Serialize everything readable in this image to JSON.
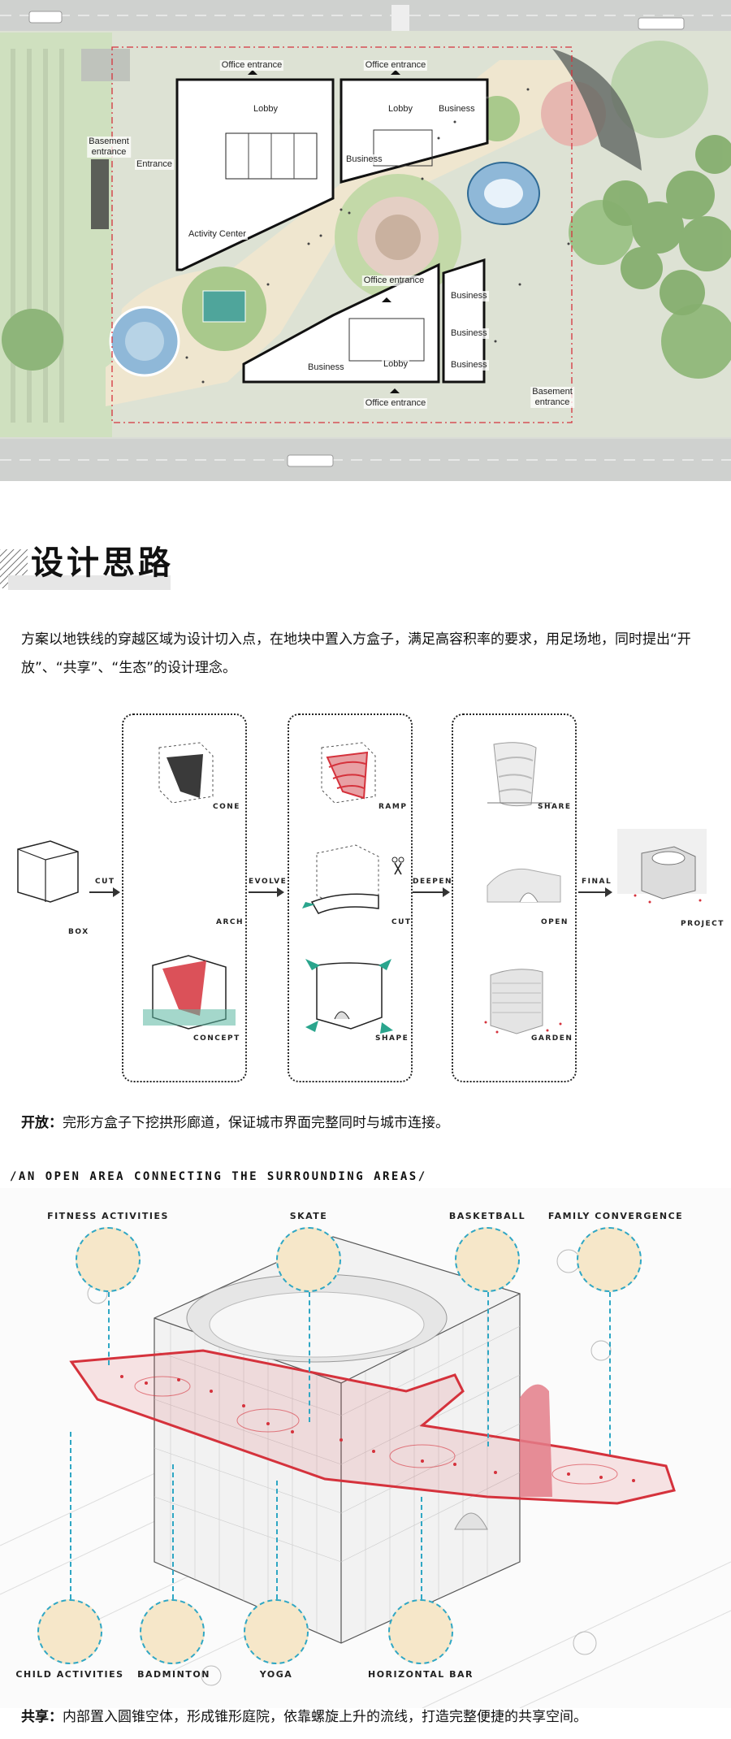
{
  "site_plan": {
    "labels": {
      "office_entrance_1": "Office entrance",
      "office_entrance_2": "Office entrance",
      "office_entrance_3": "Office entrance",
      "office_entrance_4": "Office entrance",
      "lobby_1": "Lobby",
      "lobby_2": "Lobby",
      "lobby_3": "Lobby",
      "business_1": "Business",
      "business_2": "Business",
      "business_3": "Business",
      "business_4": "Business",
      "business_5": "Business",
      "business_6": "Business",
      "activity_center": "Activity Center",
      "entrance": "Entrance",
      "basement_entrance_1_line1": "Basement",
      "basement_entrance_1_line2": "entrance",
      "basement_entrance_2_line1": "Basement",
      "basement_entrance_2_line2": "entrance"
    }
  },
  "heading": "设计思路",
  "intro_paragraph": "方案以地铁线的穿越区域为设计切入点，在地块中置入方盒子，满足高容积率的要求，用足场地，同时提出“开放”、“共享”、“生态”的设计理念。",
  "concept_diagram": {
    "labels": {
      "box": "BOX",
      "cut": "CUT",
      "cone": "CONE",
      "arch": "ARCH",
      "concept": "CONCEPT",
      "evolve": "EVOLVE",
      "ramp": "RAMP",
      "cut2": "CUT",
      "shape": "SHAPE",
      "deepen": "DEEPEN",
      "share": "SHARE",
      "open": "OPEN",
      "garden": "GARDEN",
      "final": "FINAL",
      "project": "PROJECT"
    }
  },
  "open_paragraph": {
    "prefix": "开放：",
    "text": "完形方盒子下挖拱形廊道，保证城市界面完整同时与城市连接。"
  },
  "axon_title": "/AN OPEN AREA CONNECTING THE SURROUNDING AREAS/",
  "activities": {
    "fitness": "FITNESS ACTIVITIES",
    "skate": "SKATE",
    "basketball": "BASKETBALL",
    "family": "FAMILY CONVERGENCE",
    "child": "CHILD ACTIVITIES",
    "badminton": "BADMINTON",
    "yoga": "YOGA",
    "horizontal_bar": "HORIZONTAL BAR"
  },
  "share_paragraph": {
    "prefix": "共享：",
    "text": "内部置入圆锥空体，形成锥形庭院，依靠螺旋上升的流线，打造完整便捷的共享空间。"
  },
  "colors": {
    "accent_red": "#d5323c",
    "leader_blue": "#2fa7c4",
    "plaza": "#efe6cf",
    "green": "#a9c98c"
  }
}
